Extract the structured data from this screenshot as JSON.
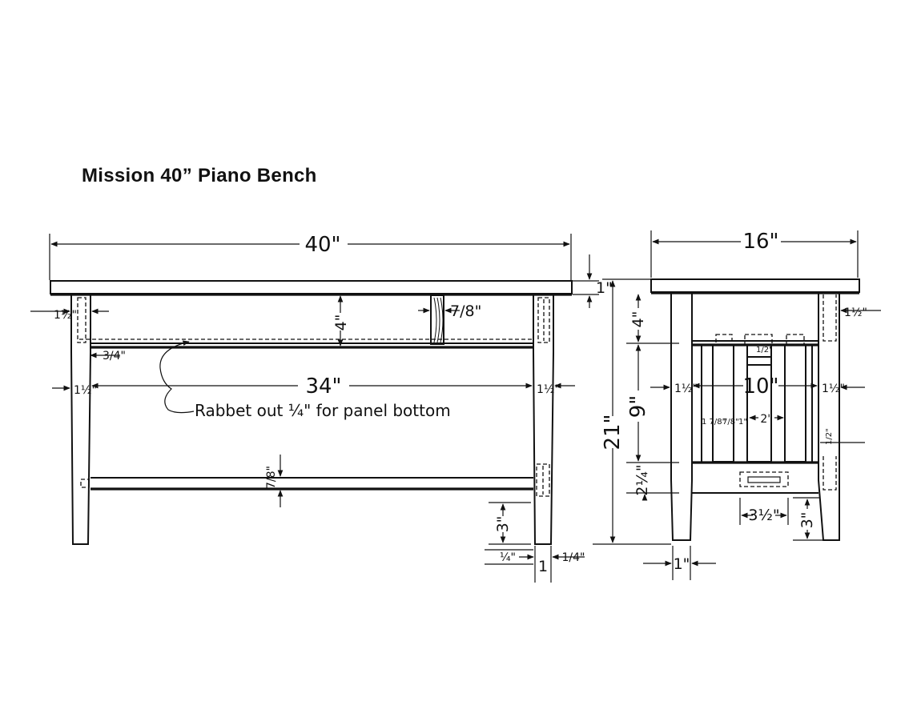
{
  "title": "Mission 40” Piano Bench",
  "front_view": {
    "overall_width": "40\"",
    "top_thickness": "1\"",
    "leg_width_upper": "1½\"",
    "leg_width_mid_left": "1½\"",
    "leg_width_mid_right": "1½\"",
    "apron_height": "4\"",
    "panel_thickness": "7/8\"",
    "rabbet_depth": "3/4\"",
    "span": "34\"",
    "stretcher_thickness": "7/8\"",
    "taper_height": "3\"",
    "taper_left": "¼\"",
    "taper_right": "1/4\"",
    "leg_foot": "1",
    "note": "Rabbet out ¼\" for panel bottom"
  },
  "side_view": {
    "overall_depth": "16\"",
    "overall_height": "21\"",
    "apron_height": "4\"",
    "slat_height": "9\"",
    "rail_height": "2¼\"",
    "leg_width_left": "1½\"",
    "leg_width_right": "1½\"",
    "leg_width_upper": "1½\"",
    "slat_span": "10\"",
    "slat_width": "1 7/8\"",
    "slat_thickness": "7/8\"",
    "slat_gap": "1\"",
    "slat_spacing": "2\"",
    "slat_mortise": "1/2\"",
    "mortise_length": "3½\"",
    "taper_height": "3\"",
    "tenon_depth": "1/2\"",
    "leg_foot": "1\""
  }
}
